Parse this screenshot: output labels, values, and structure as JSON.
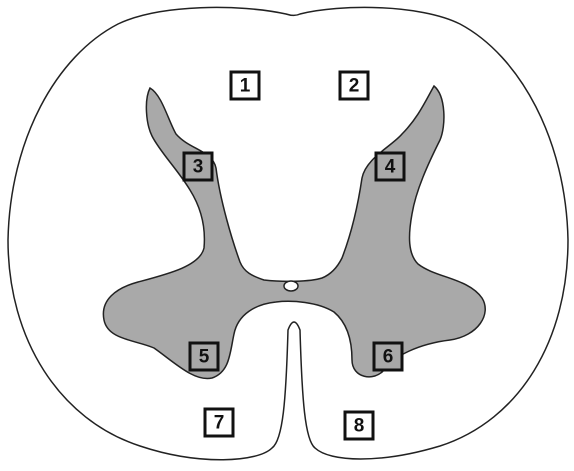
{
  "colors": {
    "white_matter": "#ffffff",
    "gray_matter": "#a9a9a9",
    "outline": "#222222",
    "canal": "#ffffff"
  },
  "labels": [
    {
      "id": "label-1",
      "text": "1"
    },
    {
      "id": "label-2",
      "text": "2"
    },
    {
      "id": "label-3",
      "text": "3"
    },
    {
      "id": "label-4",
      "text": "4"
    },
    {
      "id": "label-5",
      "text": "5"
    },
    {
      "id": "label-6",
      "text": "6"
    },
    {
      "id": "label-7",
      "text": "7"
    },
    {
      "id": "label-8",
      "text": "8"
    }
  ]
}
